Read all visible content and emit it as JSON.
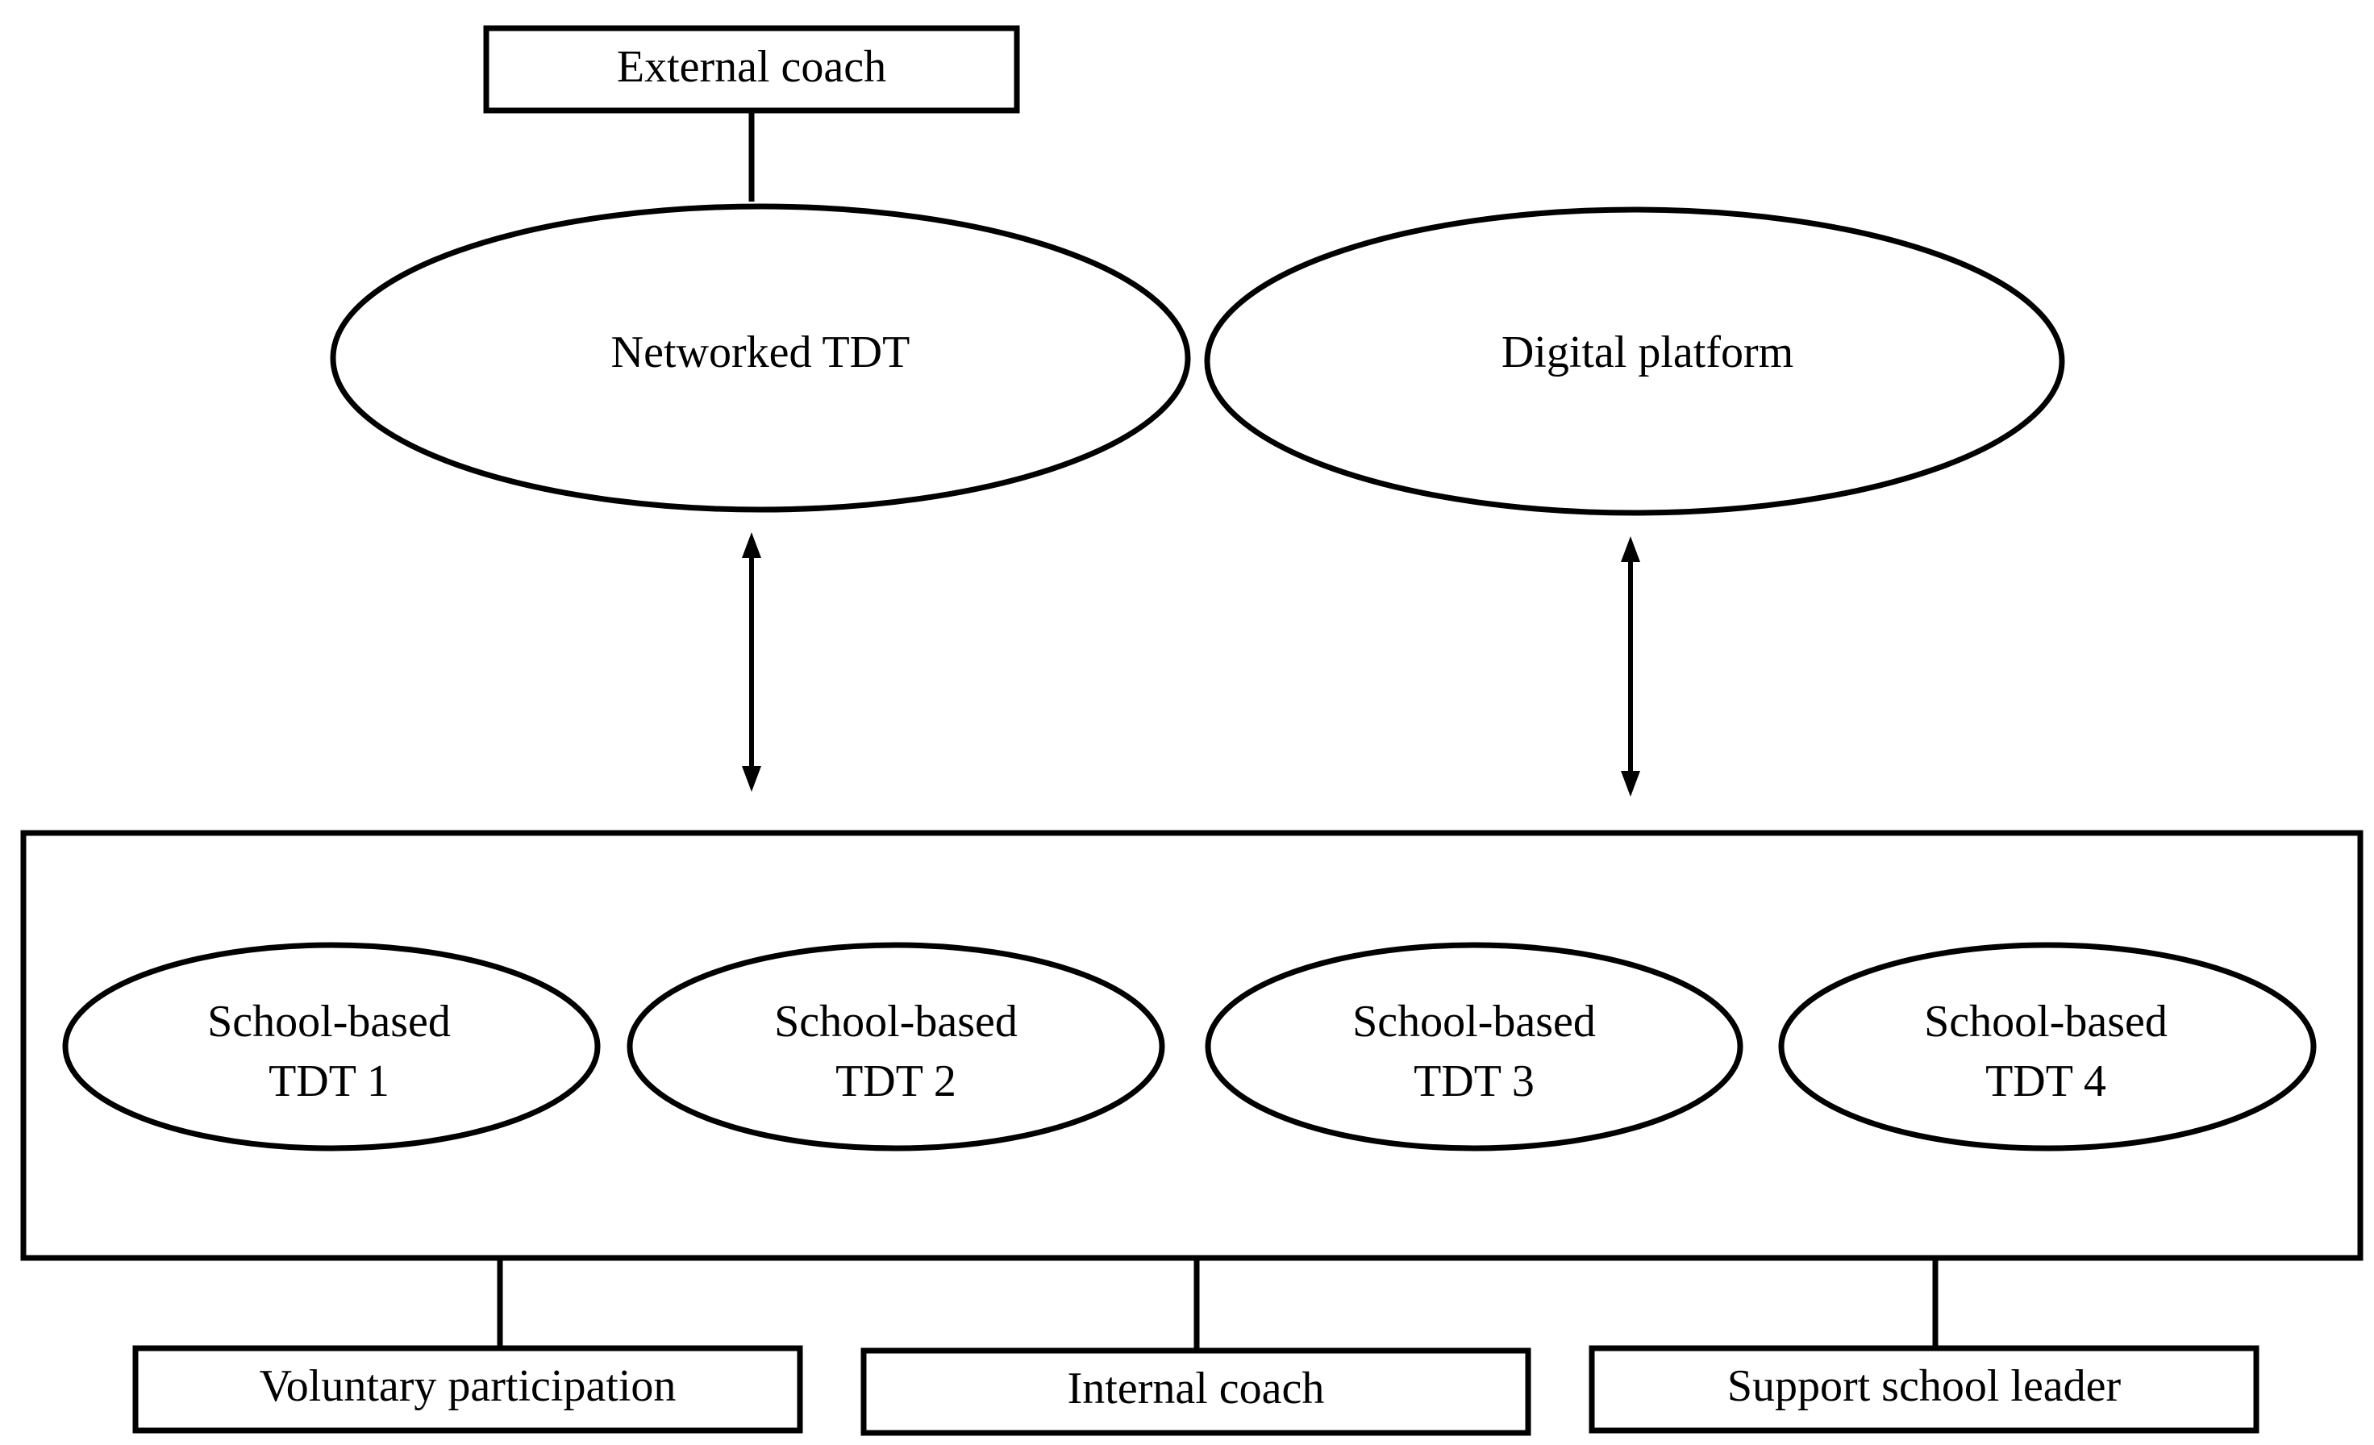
{
  "top_box": {
    "label": "External coach"
  },
  "top_ellipses": [
    {
      "label": "Networked TDT"
    },
    {
      "label": "Digital platform"
    }
  ],
  "school_teams": [
    {
      "line1": "School-based",
      "line2": "TDT 1"
    },
    {
      "line1": "School-based",
      "line2": "TDT 2"
    },
    {
      "line1": "School-based",
      "line2": "TDT 3"
    },
    {
      "line1": "School-based",
      "line2": "TDT 4"
    }
  ],
  "bottom_boxes": [
    {
      "label": "Voluntary participation"
    },
    {
      "label": "Internal coach"
    },
    {
      "label": "Support school leader"
    }
  ]
}
